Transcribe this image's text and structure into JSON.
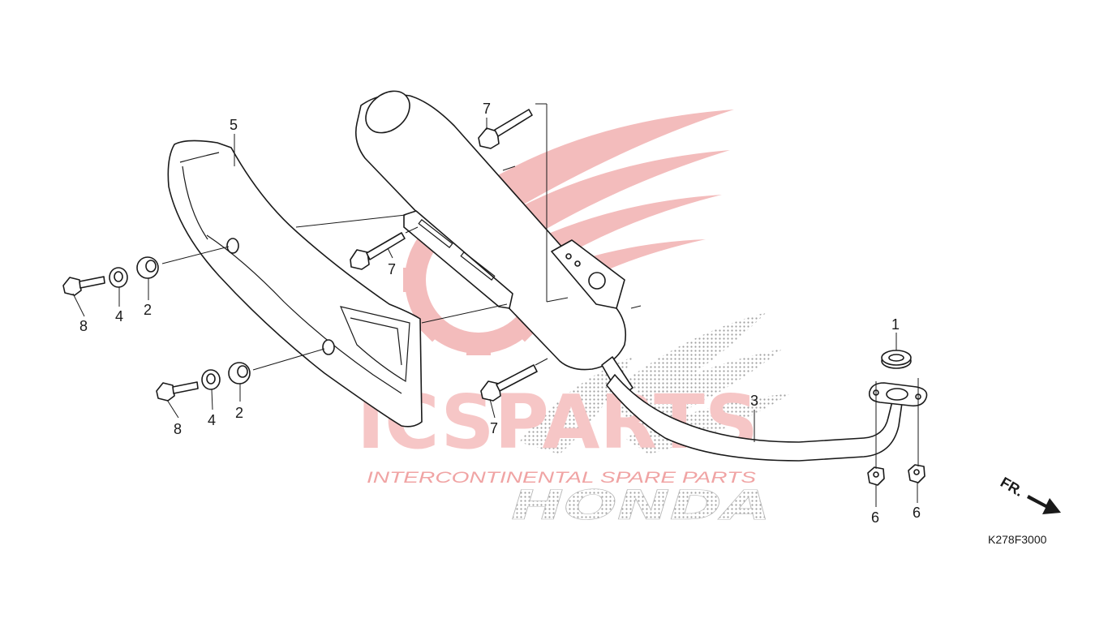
{
  "watermark": {
    "brand_large": "ICSPARTS",
    "tagline": "INTERCONTINENTAL SPARE PARTS",
    "maker": "HONDA",
    "colors": {
      "red": "#e23b3b",
      "grey": "#9a9a9a"
    }
  },
  "diagram_code": "K278F3000",
  "front_indicator": "FR.",
  "callouts": {
    "muffler_gasket": "1",
    "shield_grommet_upper": "2",
    "shield_grommet_lower": "2",
    "exhaust_pipe": "3",
    "shield_collar_upper": "4",
    "shield_collar_lower": "4",
    "heat_shield": "5",
    "nut_left": "6",
    "nut_right": "6",
    "bolt_top": "7",
    "bolt_middle": "7",
    "bolt_bottom": "7",
    "bolt_shield_upper": "8",
    "bolt_shield_lower": "8"
  }
}
